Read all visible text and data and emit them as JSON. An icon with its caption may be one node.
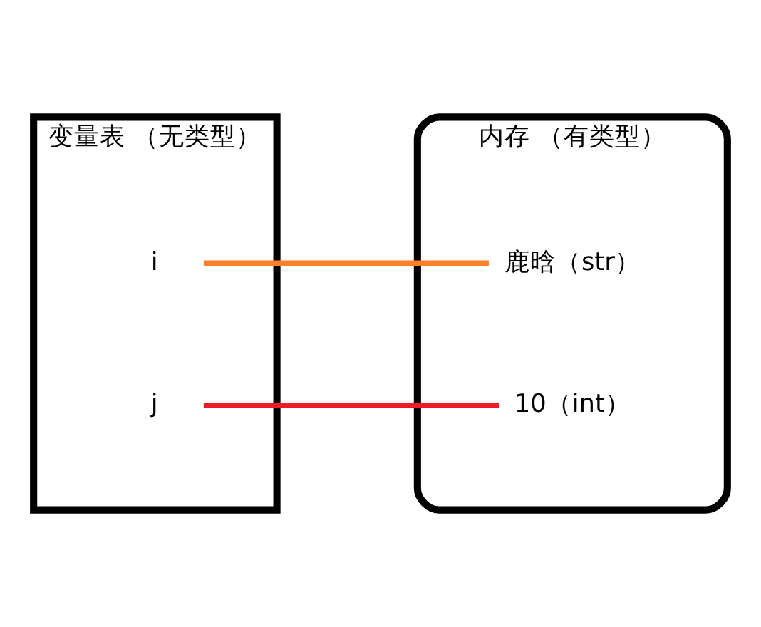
{
  "diagram": {
    "nodes": [
      {
        "text": [
          "变量表 （无类型）"
        ]
      },
      {
        "text": [
          "内存 （有类型）"
        ]
      },
      {
        "text": [
          "i"
        ],
        "in": 0
      },
      {
        "text": [
          "j"
        ],
        "in": 0
      },
      {
        "text": [
          "10（int）"
        ],
        "in": 1
      },
      {
        "text": [
          "鹿晗（str）"
        ],
        "in": 1
      }
    ],
    "edges": [
      {
        "from": 2,
        "to": 5,
        "arrow": "none",
        "color": "#ff7f27"
      },
      {
        "from": 3,
        "to": 4,
        "arrow": "none",
        "color": "#ed1c24"
      }
    ]
  }
}
